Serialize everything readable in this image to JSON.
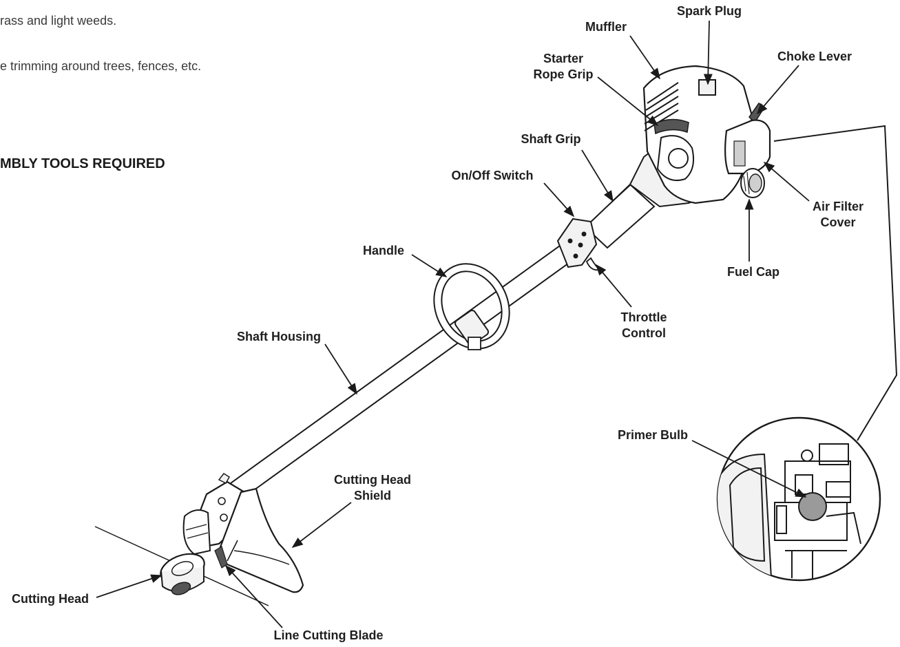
{
  "intro": {
    "line1": "rass and light weeds.",
    "line2": "e trimming around trees, fences, etc."
  },
  "heading": "MBLY TOOLS REQUIRED",
  "labels": {
    "spark_plug": "Spark Plug",
    "muffler": "Muffler",
    "starter_rope_grip_1": "Starter",
    "starter_rope_grip_2": "Rope Grip",
    "choke_lever": "Choke Lever",
    "shaft_grip": "Shaft Grip",
    "on_off_switch": "On/Off Switch",
    "air_filter_cover_1": "Air Filter",
    "air_filter_cover_2": "Cover",
    "handle": "Handle",
    "fuel_cap": "Fuel Cap",
    "throttle_control_1": "Throttle",
    "throttle_control_2": "Control",
    "shaft_housing": "Shaft Housing",
    "primer_bulb": "Primer Bulb",
    "cutting_head_shield_1": "Cutting Head",
    "cutting_head_shield_2": "Shield",
    "cutting_head": "Cutting Head",
    "line_cutting_blade": "Line Cutting Blade"
  },
  "colors": {
    "line": "#1a1a1a",
    "fill_light": "#f2f2f2",
    "fill_mid": "#cfcfcf",
    "fill_dark": "#555555",
    "primer": "#9a9a9a"
  }
}
